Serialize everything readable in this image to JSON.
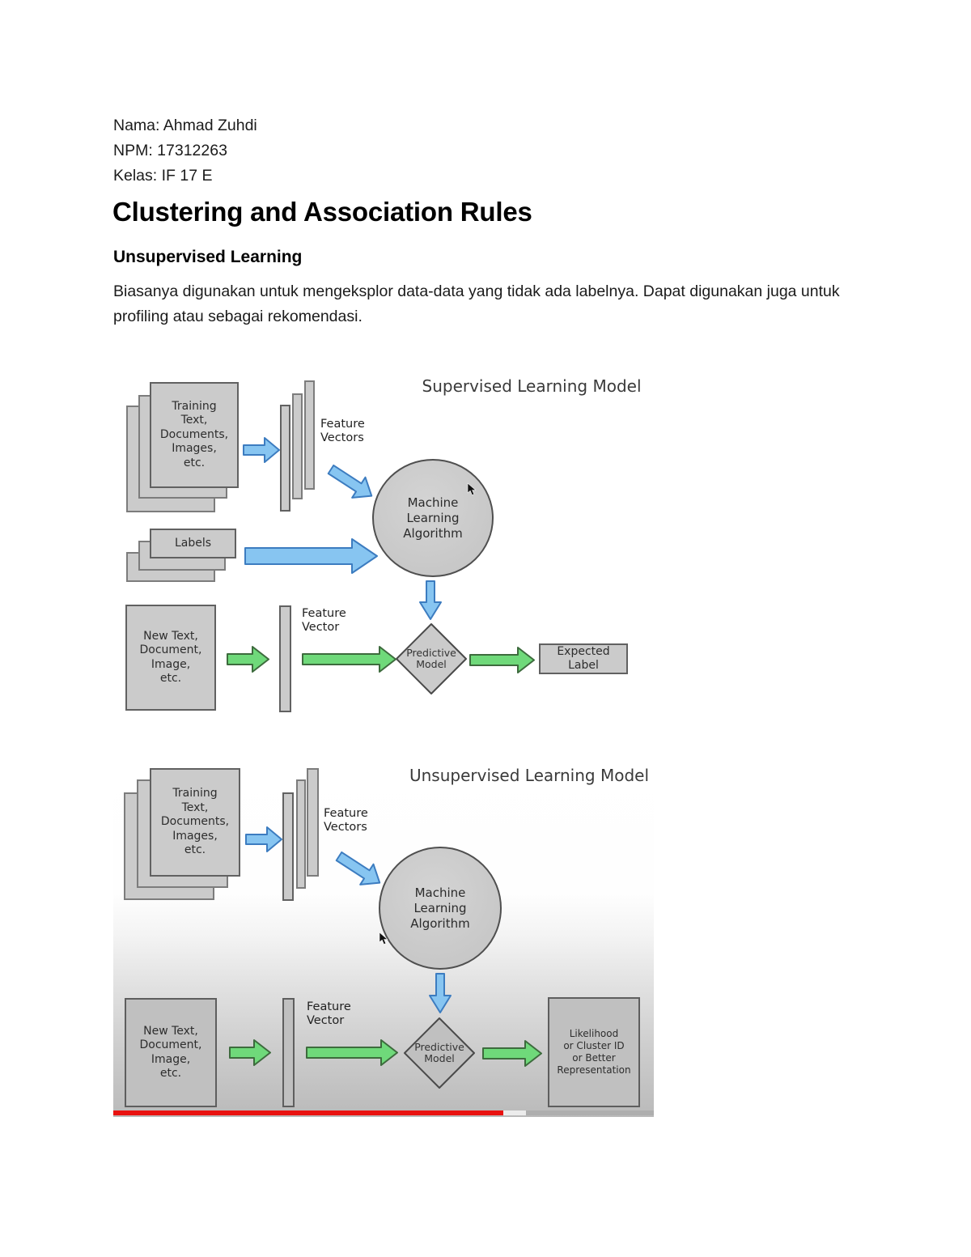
{
  "colors": {
    "blue_fill": "#87c5f1",
    "blue_stroke": "#3c7cc0",
    "green_fill": "#6fd97a",
    "green_stroke": "#3d6b3d",
    "box_fill": "#cbcbcb",
    "box_fill_dim": "#c0c0c0",
    "progress_red": "#e81210",
    "progress_buffered": "#ececec",
    "progress_remaining": "#aeaeae"
  },
  "document": {
    "student": {
      "name": "Nama: Ahmad Zuhdi",
      "npm": "NPM: 17312263",
      "kelas": "Kelas: IF 17 E"
    },
    "title": "Clustering and Association Rules",
    "heading": "Unsupervised Learning",
    "paragraph": "Biasanya digunakan untuk mengeksplor data-data yang tidak ada labelnya. Dapat digunakan juga untuk\nprofiling atau sebagai rekomendasi."
  },
  "supervised": {
    "title": "Supervised Learning Model",
    "training_docs": "Training\nText,\nDocuments,\nImages,\netc.",
    "feature_vectors": "Feature\nVectors",
    "ml_circle": "Machine\nLearning\nAlgorithm",
    "labels_box": "Labels",
    "feature_vector": "Feature\nVector",
    "new_input": "New Text,\nDocument,\nImage,\netc.",
    "predictive_model": "Predictive\nModel",
    "output_box": "Expected\nLabel"
  },
  "unsupervised": {
    "title": "Unsupervised Learning Model",
    "training_docs": "Training\nText,\nDocuments,\nImages,\netc.",
    "feature_vectors": "Feature\nVectors",
    "ml_circle": "Machine\nLearning\nAlgorithm",
    "feature_vector": "Feature\nVector",
    "new_input": "New Text,\nDocument,\nImage,\netc.",
    "predictive_model": "Predictive\nModel",
    "output_box": "Likelihood\nor Cluster ID\nor Better\nRepresentation"
  }
}
